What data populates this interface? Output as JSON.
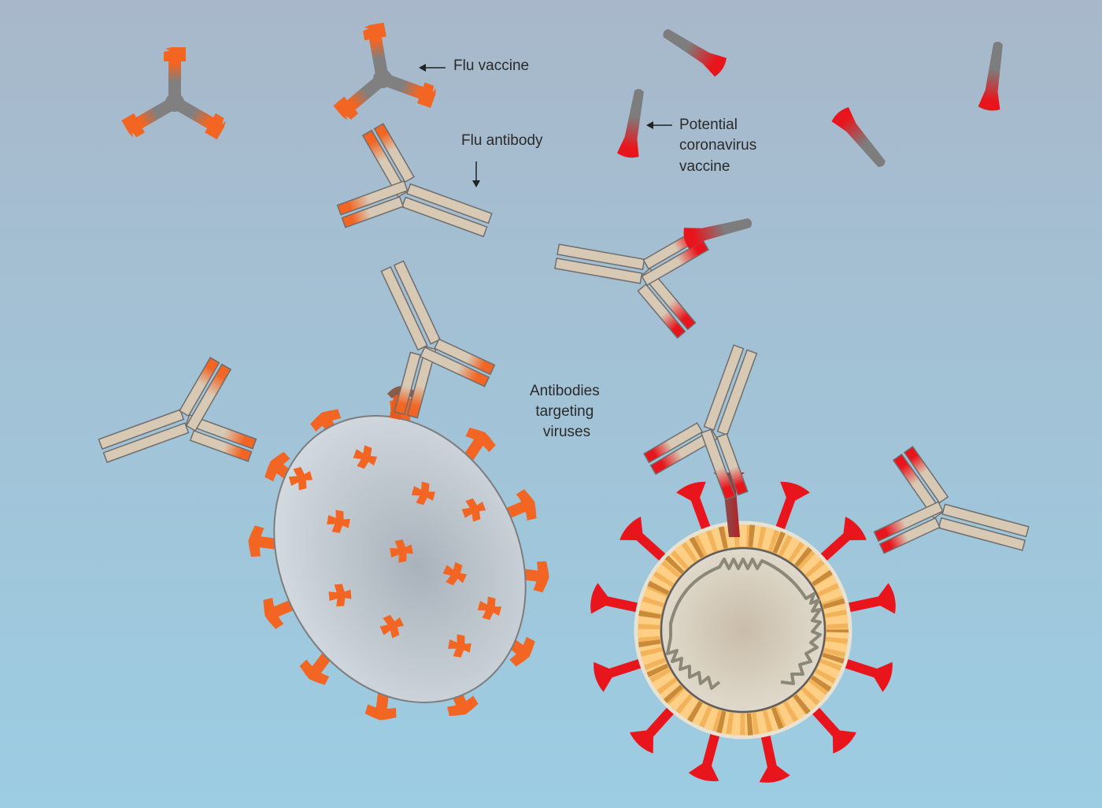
{
  "labels": {
    "flu_vaccine": "Flu vaccine",
    "flu_antibody": "Flu antibody",
    "coronavirus_vaccine": [
      "Potential",
      "coronavirus",
      "vaccine"
    ],
    "antibodies_targeting": [
      "Antibodies",
      "targeting",
      "viruses"
    ]
  },
  "colors": {
    "background_top": "#a7b9cb",
    "background_bottom": "#9ccde2",
    "flu_orange": "#f26522",
    "corona_red": "#e8161c",
    "antibody_tan": "#d8c9b5",
    "vaccine_gray": "#7a7a7a",
    "flu_virus_body": "#c9d2da",
    "corona_core": "#c9bfae",
    "corona_ring": "#f3b35a"
  }
}
